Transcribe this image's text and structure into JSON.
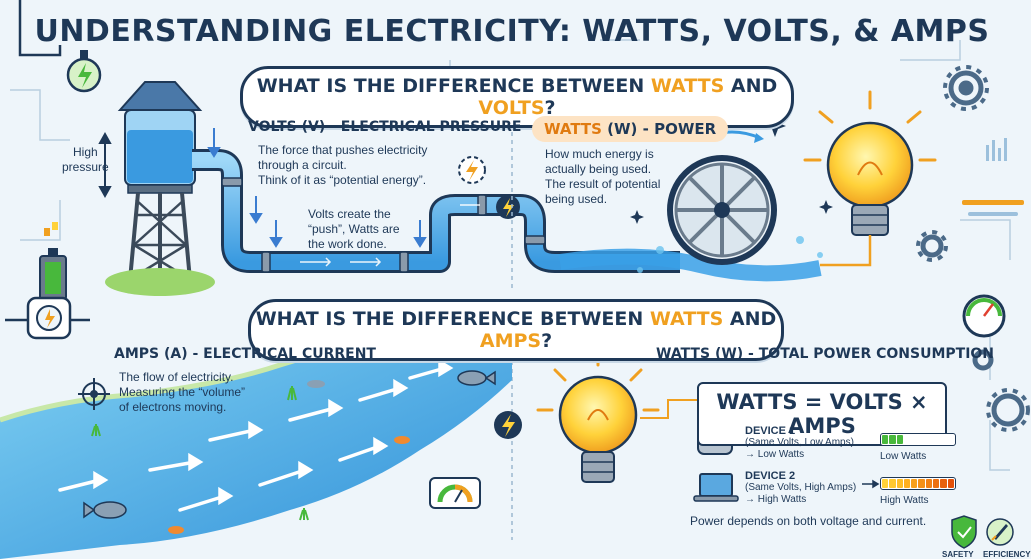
{
  "title": "UNDERSTANDING ELECTRICITY: WATTS, VOLTS, & AMPS",
  "banner1": {
    "prefix": "WHAT IS THE DIFFERENCE BETWEEN ",
    "hl1": "WATTS",
    "mid": " AND ",
    "hl2": "VOLTS",
    "suffix": "?"
  },
  "banner2": {
    "prefix": "WHAT IS THE DIFFERENCE BETWEEN ",
    "hl1": "WATTS",
    "mid": " AND ",
    "hl2": "AMPS",
    "suffix": "?"
  },
  "tower": {
    "label_line1": "High",
    "label_line2": "pressure"
  },
  "volts": {
    "title": "VOLTS (V) - ELECTRICAL PRESSURE",
    "desc_line1": "The force that pushes electricity",
    "desc_line2": "through a circuit.",
    "desc_line3": "Think of it as “potential energy”.",
    "note_line1": "Volts create the",
    "note_line2": "“push”, Watts are",
    "note_line3": "the work done."
  },
  "watts_power": {
    "title_w": "WATTS",
    "title_rest": " (W) - POWER",
    "desc_line1": "How much energy is",
    "desc_line2": "actually being used.",
    "desc_line3": "The result of potential",
    "desc_line4": "being used."
  },
  "amps": {
    "title": "AMPS (A) - ELECTRICAL CURRENT",
    "desc_line1": "The flow of electricity.",
    "desc_line2": "Measuring the “volume”",
    "desc_line3": "of electrons moving."
  },
  "total": {
    "title": "WATTS (W) - TOTAL POWER CONSUMPTION",
    "formula": "WATTS = VOLTS × AMPS",
    "device1": {
      "title": "DEVICE 1",
      "sub1": "(Same Volts, Low Amps)",
      "sub2": "→ Low Watts",
      "meter_label": "Low Watts",
      "level": 0.3
    },
    "device2": {
      "title": "DEVICE 2",
      "sub1": "(Same Volts, High Amps)",
      "sub2": "→ High Watts",
      "meter_label": "High Watts",
      "level": 1.0
    },
    "footer": "Power depends on both voltage and current."
  },
  "badges": {
    "safety": "SAFETY",
    "efficiency": "EFFICIENCY"
  },
  "colors": {
    "navy": "#1e3857",
    "orange": "#f0a020",
    "water": "#3aa0e6",
    "green": "#48b83c",
    "yellow": "#ffd23a"
  },
  "icons": [
    "lightning-icon",
    "gear-icon",
    "gauge-icon",
    "fish-icon",
    "toaster-icon",
    "laptop-icon",
    "shield-icon",
    "rocket-icon",
    "lightbulb-icon",
    "water-tower-icon",
    "water-wheel-icon"
  ]
}
